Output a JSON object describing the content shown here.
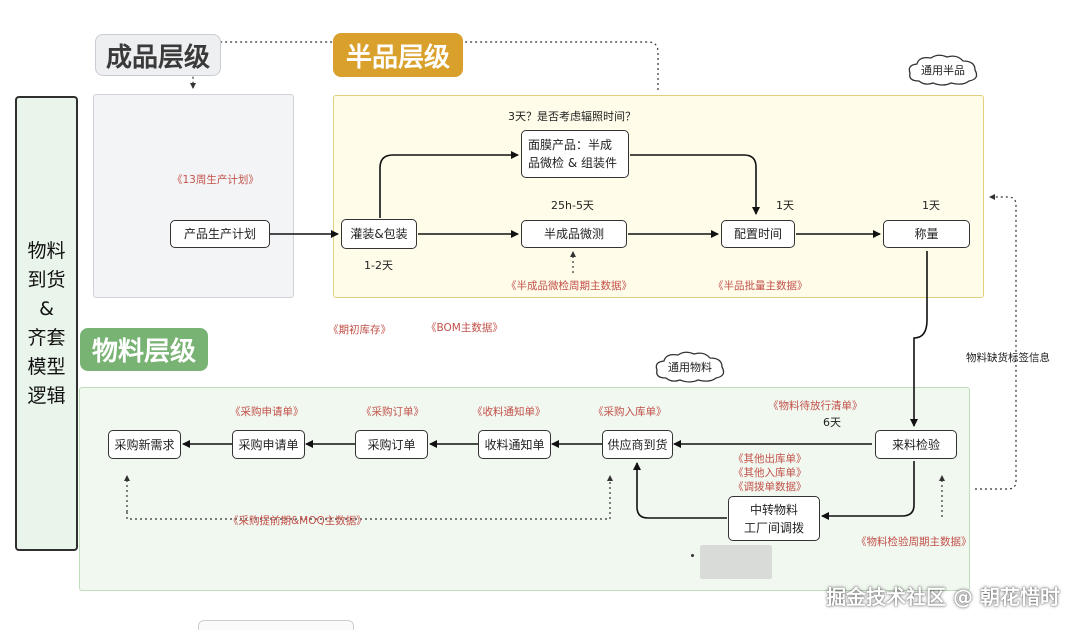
{
  "sidebar": {
    "title": "物料\n到货\n&\n齐套\n模型\n逻辑"
  },
  "levels": {
    "finished": "成品层级",
    "semi": "半品层级",
    "material": "物料层级"
  },
  "clouds": {
    "semi": "通用半品",
    "material": "通用物料"
  },
  "nodes": {
    "plan": "产品生产计划",
    "fill": "灌装&包装",
    "mask": "面膜产品：半成\n品微检 & 组装件",
    "semitest": "半成品微测",
    "config": "配置时间",
    "weigh": "称量",
    "incoming": "来料检验",
    "supplier": "供应商到货",
    "receive": "收料通知单",
    "po": "采购订单",
    "pr": "采购申请单",
    "newreq": "采购新需求",
    "transfer": "中转物料\n工厂间调拨"
  },
  "labels": {
    "q3": "3天？是否考虑辐照时间？",
    "t25": "25h-5天",
    "d1a": "1天",
    "d1b": "1天",
    "d12": "1-2天",
    "d6": "6天",
    "shortage": "物料缺货标签信息"
  },
  "notes": {
    "plan13": "《13周生产计划》",
    "semicheck": "《半成品微检周期主数据》",
    "semibatch": "《半品批量主数据》",
    "initinv": "《期初库存》",
    "bom": "《BOM主数据》",
    "pending": "《物料待放行清单》",
    "prnote": "《采购申请单》",
    "ponote": "《采购订单》",
    "rcvnote": "《收料通知单》",
    "inbound": "《采购入库单》",
    "otherout": "《其他出库单》",
    "otherin": "《其他入库单》",
    "transfernote": "《调拨单数据》",
    "moq": "《采购提前期&MOQ主数据》",
    "mcheck": "《物料检验周期主数据》"
  },
  "watermark": "掘金技术社区 @ 朝花惜时",
  "colors": {
    "semi_tag": "#d9a02c",
    "material_tag": "#79b374",
    "note_red": "#c2514a"
  }
}
